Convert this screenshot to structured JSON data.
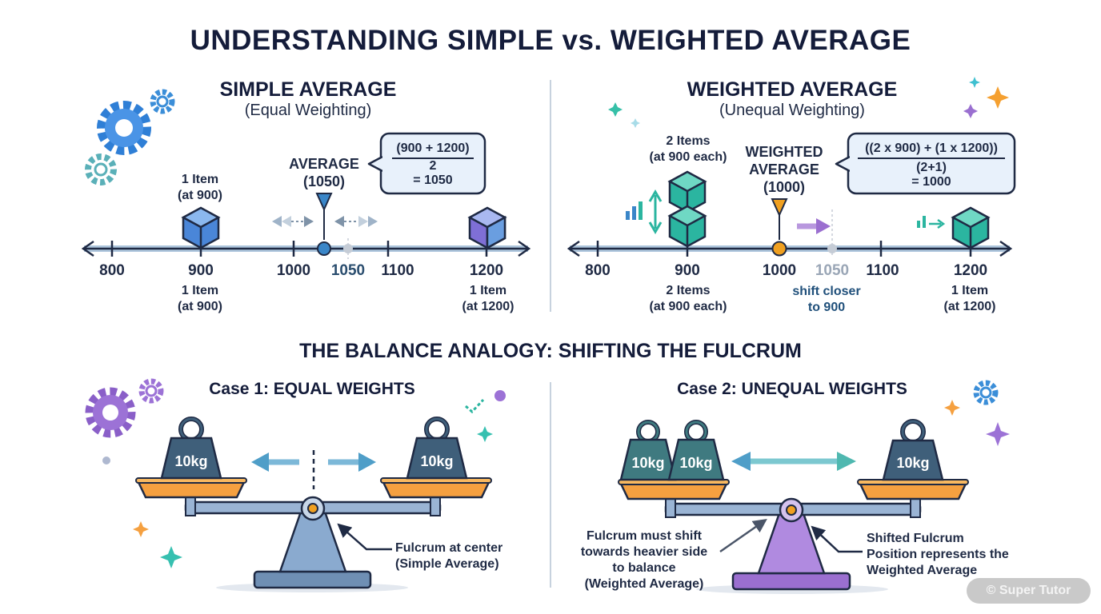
{
  "title": "UNDERSTANDING SIMPLE vs. WEIGHTED AVERAGE",
  "simple": {
    "heading": "SIMPLE AVERAGE",
    "subheading": "(Equal Weighting)",
    "item_above_1": "1 Item",
    "item_above_2": "(at 900)",
    "average_label_1": "AVERAGE",
    "average_label_2": "(1050)",
    "formula_1": "(900 + 1200)",
    "formula_2": "2",
    "formula_3": "= 1050",
    "ticks": [
      "800",
      "900",
      "1000",
      "1050",
      "1100",
      "1200"
    ],
    "left_below_1": "1 Item",
    "left_below_2": "(at 900)",
    "right_below_1": "1 Item",
    "right_below_2": "(at 1200)"
  },
  "weighted": {
    "heading": "WEIGHTED AVERAGE",
    "subheading": "(Unequal Weighting)",
    "items_above_1": "2 Items",
    "items_above_2": "(at 900 each)",
    "average_label_1": "WEIGHTED",
    "average_label_2": "AVERAGE",
    "average_label_3": "(1000)",
    "formula_1": "((2 x 900) + (1 x 1200))",
    "formula_2": "(2+1)",
    "formula_3": "= 1000",
    "ticks": [
      "800",
      "900",
      "1000",
      "1050",
      "1100",
      "1200"
    ],
    "left_below_1": "2 Items",
    "left_below_2": "(at 900 each)",
    "shift_1": "shift closer",
    "shift_2": "to 900",
    "right_below_1": "1 Item",
    "right_below_2": "(at 1200)"
  },
  "balance": {
    "heading": "THE BALANCE ANALOGY: SHIFTING THE FULCRUM",
    "case1": {
      "title": "Case 1: EQUAL WEIGHTS",
      "weight_left": "10kg",
      "weight_right": "10kg",
      "note_1": "Fulcrum at center",
      "note_2": "(Simple Average)"
    },
    "case2": {
      "title": "Case 2: UNEQUAL WEIGHTS",
      "weight_left_a": "10kg",
      "weight_left_b": "10kg",
      "weight_right": "10kg",
      "note_left_1": "Fulcrum must shift",
      "note_left_2": "towards heavier side",
      "note_left_3": "to balance",
      "note_left_4": "(Weighted Average)",
      "note_right_1": "Shifted Fulcrum",
      "note_right_2": "Position represents the",
      "note_right_3": "Weighted Average"
    }
  },
  "watermark": "© Super Tutor",
  "colors": {
    "navy": "#141c3a",
    "axis": "#1f2a44",
    "cube_blue": "#4a86d8",
    "cube_purple": "#7f6fd6",
    "cube_teal": "#2bb5a0",
    "marker_blue": "#3a86c8",
    "marker_orange": "#f0a020",
    "scale_blue": "#6f8fb4",
    "scale_purple": "#9b6fd0",
    "pan_orange": "#f5a040",
    "weight_slate": "#3f5f7a"
  }
}
